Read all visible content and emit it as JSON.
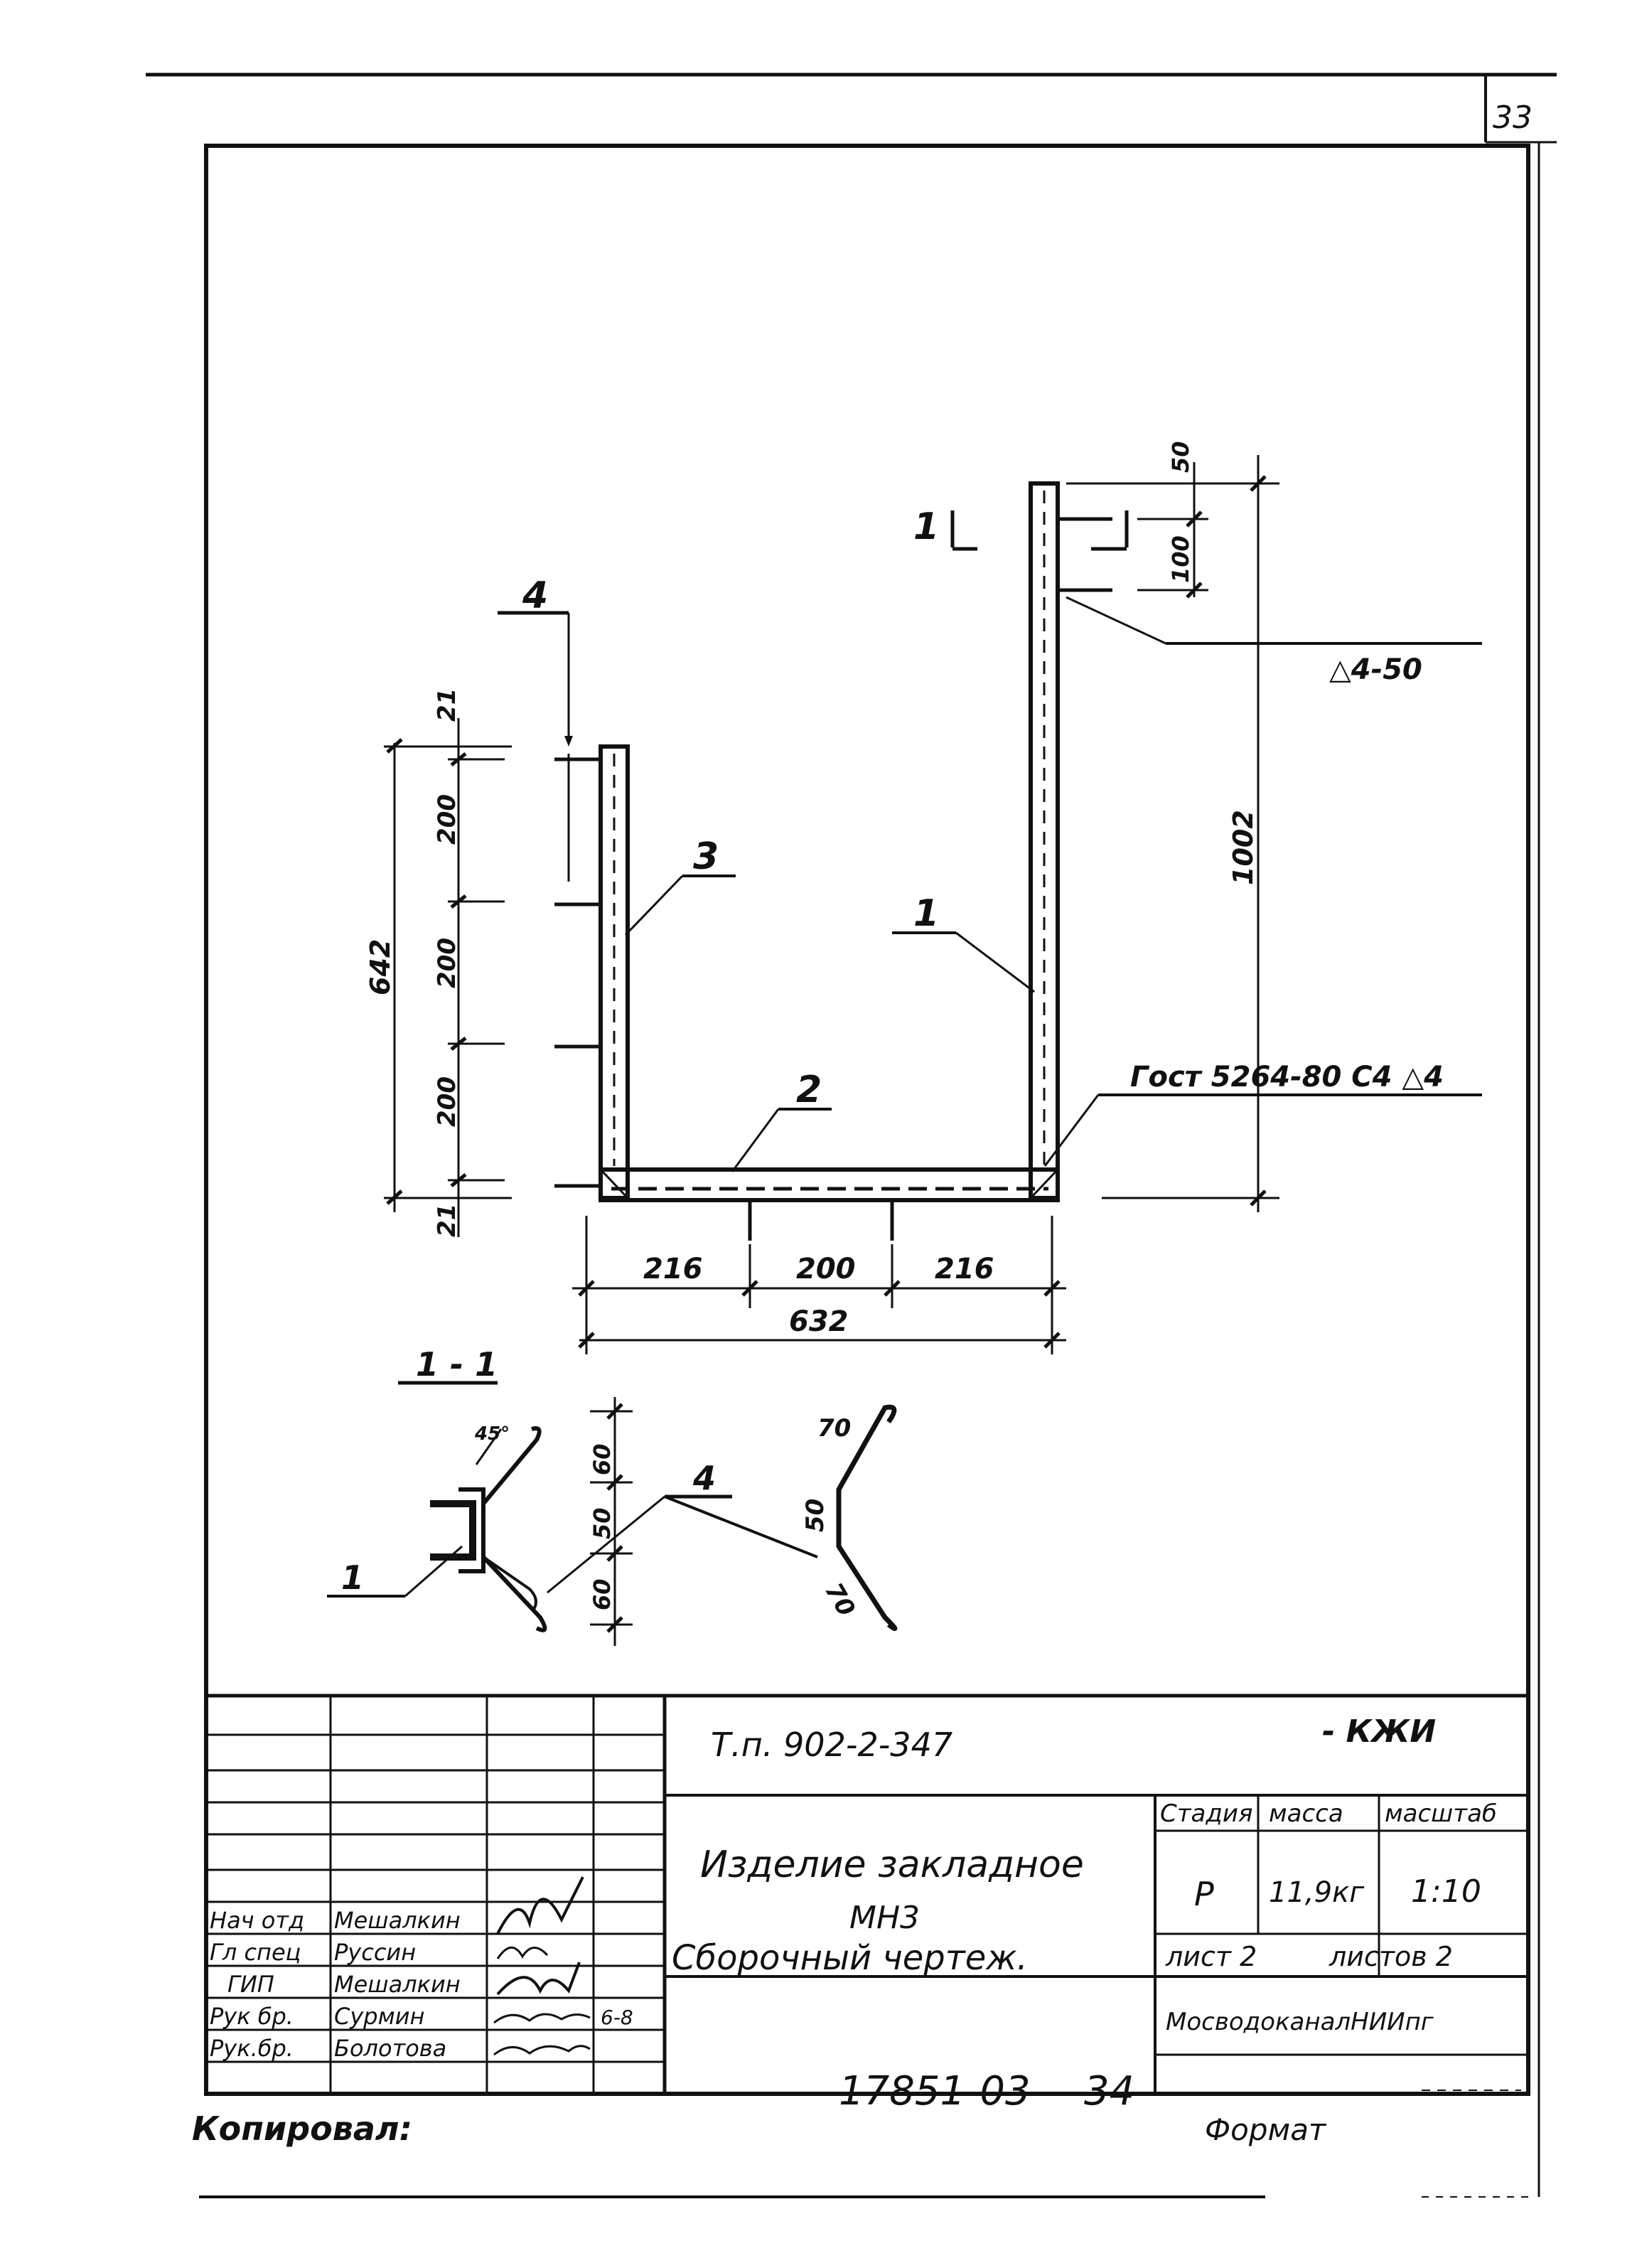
{
  "sheet_number": "33",
  "drawing": {
    "dims": {
      "d21_top": "21",
      "d200_a": "200",
      "d200_b": "200",
      "d200_c": "200",
      "d21_bot": "21",
      "d642": "642",
      "d50": "50",
      "d100": "100",
      "d1002": "1002",
      "d216_l": "216",
      "d200_mid": "200",
      "d216_r": "216",
      "d632": "632"
    },
    "callouts": {
      "pos1": "1",
      "pos2": "2",
      "pos3": "3",
      "pos4": "4",
      "section_mark": "1",
      "weld_top": "△4-50",
      "weld_gost": "Гост 5264-80 С4 △4"
    },
    "section": {
      "title": "1 - 1",
      "label_1": "1",
      "label_4": "4",
      "angle": "45°",
      "d60_top": "60",
      "d50": "50",
      "d60_bot": "60",
      "d70_top": "70",
      "d50_side": "50",
      "d70_bot": "70"
    }
  },
  "title_block": {
    "code": "Т.п. 902-2-347",
    "suffix": "- КЖИ",
    "name": "Изделие закладное",
    "mark": "МН3",
    "subtitle": "Сборочный чертеж.",
    "headers": {
      "stage": "Стадия",
      "mass": "масса",
      "scale": "масштаб"
    },
    "values": {
      "stage": "Р",
      "mass": "11,9кг",
      "scale": "1:10"
    },
    "sheet": "лист 2",
    "sheets": "листов 2",
    "org": "МосводоканалНИИпг",
    "signatures": [
      {
        "role": "Нач отд",
        "name": "Мешалкин",
        "date": ""
      },
      {
        "role": "Гл спец",
        "name": "Руссин",
        "date": ""
      },
      {
        "role": "ГИП",
        "name": "Мешалкин",
        "date": ""
      },
      {
        "role": "Рук бр.",
        "name": "Сурмин",
        "date": "6-8"
      },
      {
        "role": "Рук.бр.",
        "name": "Болотова",
        "date": ""
      }
    ]
  },
  "footer": {
    "copied": "Копировал:",
    "number": "17851-03",
    "page": "34",
    "format": "Формат"
  }
}
